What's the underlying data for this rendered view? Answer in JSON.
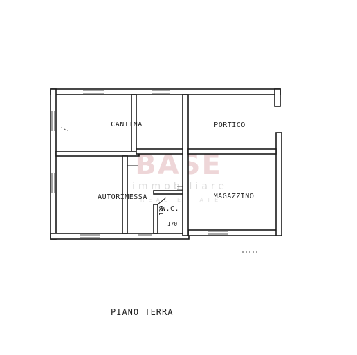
{
  "rooms": {
    "cantina": "CANTINA",
    "portico": "PORTICO",
    "autorimessa": "AUTORIMESSA",
    "magazzino": "MAGAZZINO",
    "wc": "W.C.",
    "wc_width": "120",
    "wc_depth": "170"
  },
  "floor_label": "PIANO TERRA",
  "watermark": {
    "brand": "BASE",
    "line1": "immobiliare",
    "line2": "REAL ESTATE"
  }
}
